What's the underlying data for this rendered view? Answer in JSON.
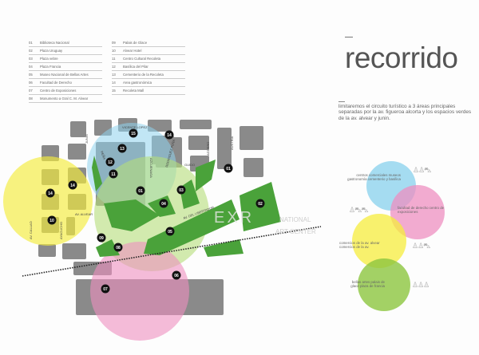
{
  "legend": [
    {
      "num": "01",
      "label": "Biblioteca Nacional"
    },
    {
      "num": "02",
      "label": "Plaza Uruguay"
    },
    {
      "num": "03",
      "label": "Plaza vebre"
    },
    {
      "num": "04",
      "label": "Plaza Francia"
    },
    {
      "num": "05",
      "label": "Museo Nacional de Bellas Artes"
    },
    {
      "num": "06",
      "label": "Facultad de Derecho"
    },
    {
      "num": "07",
      "label": "Centro de Exposiciones"
    },
    {
      "num": "08",
      "label": "Monumento a Gral C. M. Alvear"
    },
    {
      "num": "09",
      "label": "Palais de Glace"
    },
    {
      "num": "10",
      "label": "Alvear Hotel"
    },
    {
      "num": "11",
      "label": "Centro Cultural Recoleta"
    },
    {
      "num": "12",
      "label": "Basílica del Pilar"
    },
    {
      "num": "13",
      "label": "Cementerio de la Recoleta"
    },
    {
      "num": "14",
      "label": "Area gastronómica"
    },
    {
      "num": "15",
      "label": "Recoleta Mall"
    }
  ],
  "title": "recorrido",
  "intro": "limitaremos el circuito turístico a 3 áreas principales separadas por la av. figueroa alcorta y los espacios verdes de la av. alvear y junin.",
  "venn": [
    {
      "text": "centros comerciales museos gastronomía cementerio y basílica",
      "color": "#8fd3ee"
    },
    {
      "text": "facultad de derecho centro de exposiciones",
      "color": "#ee8fc0"
    },
    {
      "text": "comercios de la av. alvear comercios de la av.",
      "color": "#f5ec3c"
    },
    {
      "text": "bellas artes palais de glace plaza de francia",
      "color": "#8cc63f"
    }
  ],
  "streets": [
    "VICENTE LOPEZ",
    "AV. ALVEAR",
    "AV. CALLAO",
    "AYACUCHO",
    "PEÑA",
    "AV. DEL LIBERTADOR",
    "GUIDO",
    "AGÜERO",
    "AUSTRIA",
    "AZCUENAGA",
    "RODRIGUEZ PEÑA",
    "JUNIN"
  ],
  "markers": [
    "15",
    "14",
    "13",
    "12",
    "11",
    "01",
    "01",
    "14",
    "14",
    "03",
    "04",
    "10",
    "05",
    "02",
    "09",
    "08",
    "07",
    "06"
  ],
  "watermark": {
    "big": "EXR",
    "line1": "NATIONAL",
    "line2": "ART CENTER"
  }
}
